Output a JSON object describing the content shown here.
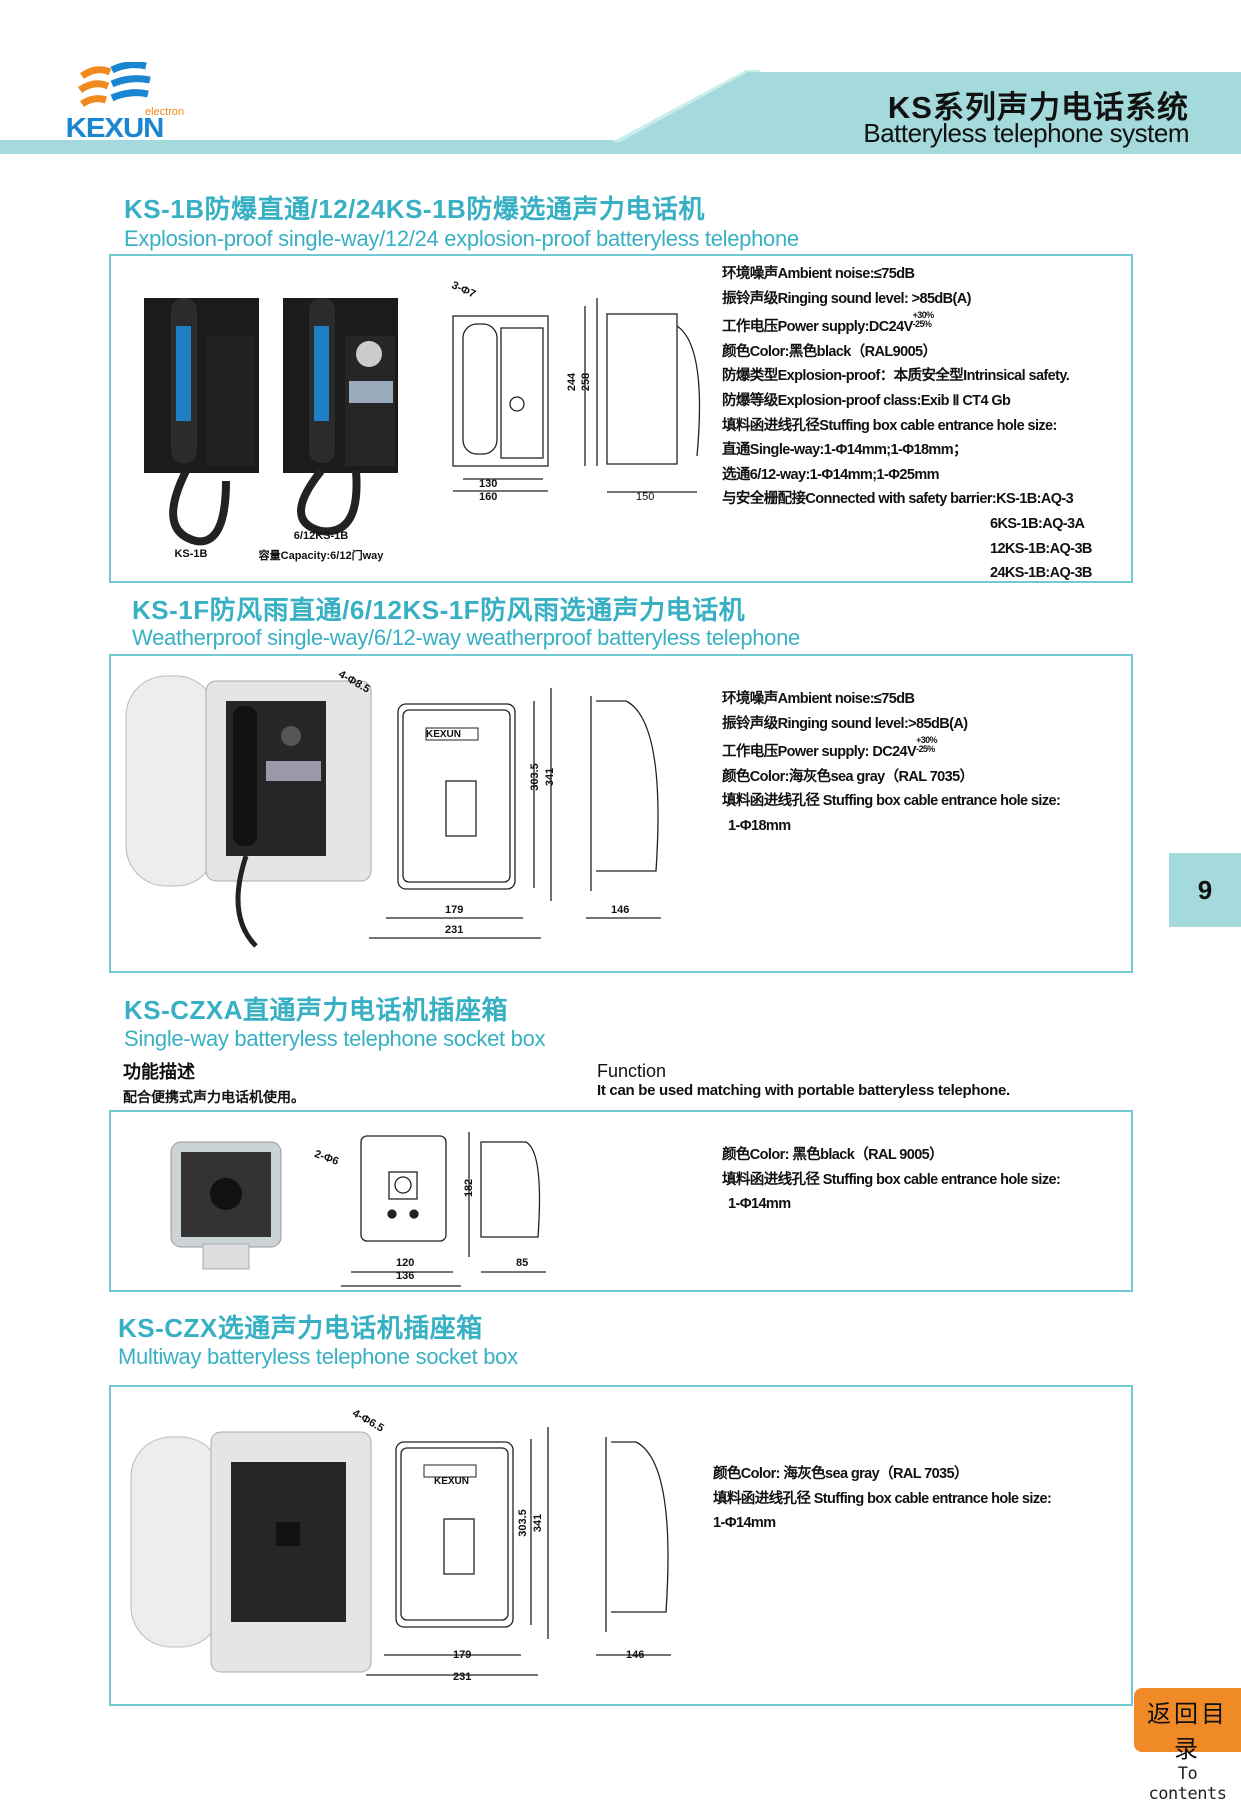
{
  "header": {
    "logo_text": "KEXUN",
    "logo_sub": "electron",
    "title_cn": "KS系列声力电话系统",
    "title_en": "Batteryless telephone system"
  },
  "page_number": "9",
  "toc_button": {
    "cn": "返回目录",
    "en": "To contents"
  },
  "colors": {
    "accent": "#38b0c4",
    "band": "#a4dadb",
    "border": "#72c9d3",
    "orange": "#f08a26",
    "logo_blue": "#1a86d1"
  },
  "sections": [
    {
      "title": "KS-1B防爆直通/12/24KS-1B防爆选通声力电话机",
      "subtitle": "Explosion-proof single-way/12/24 explosion-proof batteryless telephone",
      "photo_labels": [
        "KS-1B",
        "6/12KS-1B",
        "容量Capacity:6/12门way"
      ],
      "dims": [
        "3-Φ7",
        "244",
        "258",
        "130",
        "160",
        "150"
      ],
      "specs": [
        "环境噪声Ambient noise:≤75dB",
        "振铃声级Ringing sound level: >85dB(A)",
        "工作电压Power supply:DC24V",
        "颜色Color:黑色black（RAL9005）",
        "防爆类型Explosion-proof：本质安全型Intrinsical safety.",
        "防爆等级Explosion-proof class:Exib Ⅱ CT4 Gb",
        "填料函进线孔径Stuffing box cable entrance hole size:",
        "直通Single-way:1-Φ14mm;1-Φ18mm；",
        "选通6/12-way:1-Φ14mm;1-Φ25mm",
        "与安全栅配接Connected with safety barrier:KS-1B:AQ-3",
        "6KS-1B:AQ-3A",
        "12KS-1B:AQ-3B",
        "24KS-1B:AQ-3B"
      ],
      "tolerance": {
        "plus": "+30%",
        "minus": "-25%"
      }
    },
    {
      "title": "KS-1F防风雨直通/6/12KS-1F防风雨选通声力电话机",
      "subtitle": "Weatherproof single-way/6/12-way weatherproof batteryless telephone",
      "dims": [
        "4-Φ8.5",
        "303.5",
        "341",
        "179",
        "231",
        "146"
      ],
      "brand_plate": "KEXUN",
      "specs": [
        "环境噪声Ambient noise:≤75dB",
        "振铃声级Ringing sound level:>85dB(A)",
        "工作电压Power supply: DC24V",
        "颜色Color:海灰色sea gray（RAL 7035）",
        "填料函进线孔径 Stuffing box cable entrance hole size:",
        "1-Φ18mm"
      ],
      "tolerance": {
        "plus": "+30%",
        "minus": "-25%"
      }
    },
    {
      "title": "KS-CZXA直通声力电话机插座箱",
      "subtitle": "Single-way batteryless telephone socket box",
      "function_cn_heading": "功能描述",
      "function_cn": "配合便携式声力电话机使用。",
      "function_en_heading": "Function",
      "function_en": "It can be used matching with portable batteryless telephone.",
      "dims": [
        "2-Φ6",
        "182",
        "120",
        "136",
        "85"
      ],
      "specs": [
        "颜色Color: 黑色black（RAL 9005）",
        "填料函进线孔径 Stuffing box cable entrance hole size:",
        "1-Φ14mm"
      ]
    },
    {
      "title": "KS-CZX选通声力电话机插座箱",
      "subtitle": "Multiway batteryless telephone socket box",
      "dims": [
        "4-Φ6.5",
        "303.5",
        "341",
        "179",
        "231",
        "146"
      ],
      "brand_plate": "KEXUN",
      "specs": [
        "颜色Color: 海灰色sea gray（RAL 7035）",
        "填料函进线孔径 Stuffing box cable entrance hole size:",
        "1-Φ14mm"
      ]
    }
  ]
}
